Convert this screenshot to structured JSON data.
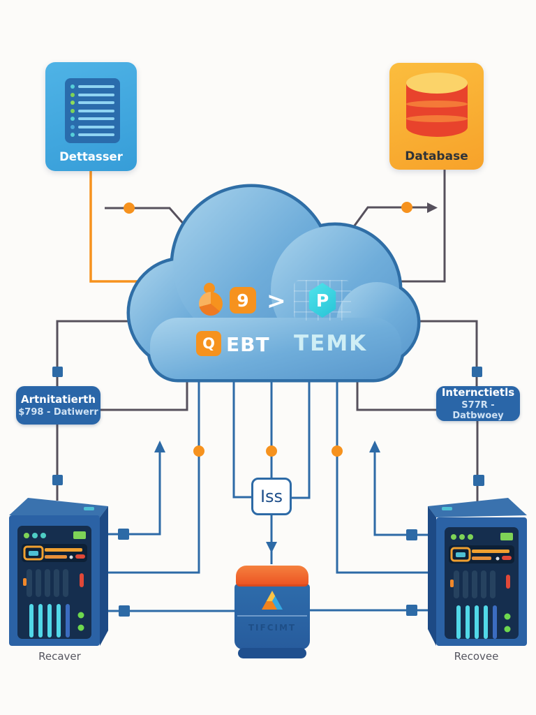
{
  "canvas": {
    "background": "#fcfbf9"
  },
  "colors": {
    "accent_orange": "#f6921e",
    "line_dark": "#56505c",
    "line_blue": "#2d6aa6",
    "cloud_border": "#2f6ea6",
    "cloud_fill_top": "#a9d3ec",
    "cloud_fill_bottom": "#5897cc"
  },
  "cards": {
    "datasource": {
      "label": "Dettasser"
    },
    "database": {
      "label": "Database"
    }
  },
  "cloud": {
    "glyph_square_text": "9",
    "chevron": ">",
    "hex_letter": "P",
    "search_label": "Q",
    "ebt_label": "EBT",
    "temk_label": "TEMK"
  },
  "badges": {
    "left": {
      "title": "Artnitatierth",
      "subtitle": "$798 - Datiwerr"
    },
    "right": {
      "title": "Internctietls",
      "subtitle": "S77R - Datbwoey"
    }
  },
  "iss_box": {
    "label": "Iss"
  },
  "storage": {
    "label": "TIFCIMT"
  },
  "servers": {
    "left": {
      "label": "Recaver"
    },
    "right": {
      "label": "Recovee"
    }
  }
}
